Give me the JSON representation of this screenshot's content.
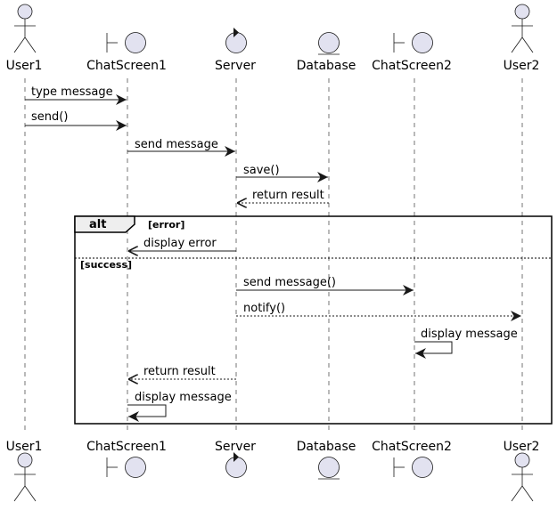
{
  "diagram": {
    "participants": [
      {
        "id": "user1",
        "label": "User1",
        "kind": "actor"
      },
      {
        "id": "chat1",
        "label": "ChatScreen1",
        "kind": "boundary"
      },
      {
        "id": "server",
        "label": "Server",
        "kind": "control"
      },
      {
        "id": "db",
        "label": "Database",
        "kind": "entity"
      },
      {
        "id": "chat2",
        "label": "ChatScreen2",
        "kind": "boundary"
      },
      {
        "id": "user2",
        "label": "User2",
        "kind": "actor"
      }
    ],
    "messages": [
      {
        "id": "m1",
        "from": "user1",
        "to": "chat1",
        "label": "type message",
        "style": "solid"
      },
      {
        "id": "m2",
        "from": "user1",
        "to": "chat1",
        "label": "send()",
        "style": "solid"
      },
      {
        "id": "m3",
        "from": "chat1",
        "to": "server",
        "label": "send message",
        "style": "solid"
      },
      {
        "id": "m4",
        "from": "server",
        "to": "db",
        "label": "save()",
        "style": "solid"
      },
      {
        "id": "m5",
        "from": "db",
        "to": "server",
        "label": "return result",
        "style": "dashed"
      },
      {
        "id": "m6",
        "from": "server",
        "to": "chat1",
        "label": "display error",
        "style": "solid"
      },
      {
        "id": "m7",
        "from": "server",
        "to": "chat2",
        "label": "send message()",
        "style": "solid"
      },
      {
        "id": "m8",
        "from": "server",
        "to": "user2",
        "label": "notify()",
        "style": "dashed"
      },
      {
        "id": "m9",
        "from": "chat2",
        "to": "chat2",
        "label": "display message",
        "style": "self"
      },
      {
        "id": "m10",
        "from": "server",
        "to": "chat1",
        "label": "return result",
        "style": "dashed"
      },
      {
        "id": "m11",
        "from": "chat1",
        "to": "chat1",
        "label": "display message",
        "style": "self"
      }
    ],
    "fragment": {
      "keyword": "alt",
      "guards": [
        "[error]",
        "[success]"
      ]
    },
    "colors": {
      "participant_fill": "#e2e2f0",
      "alt_tab_fill": "#eeeeee",
      "line": "#181818"
    }
  }
}
